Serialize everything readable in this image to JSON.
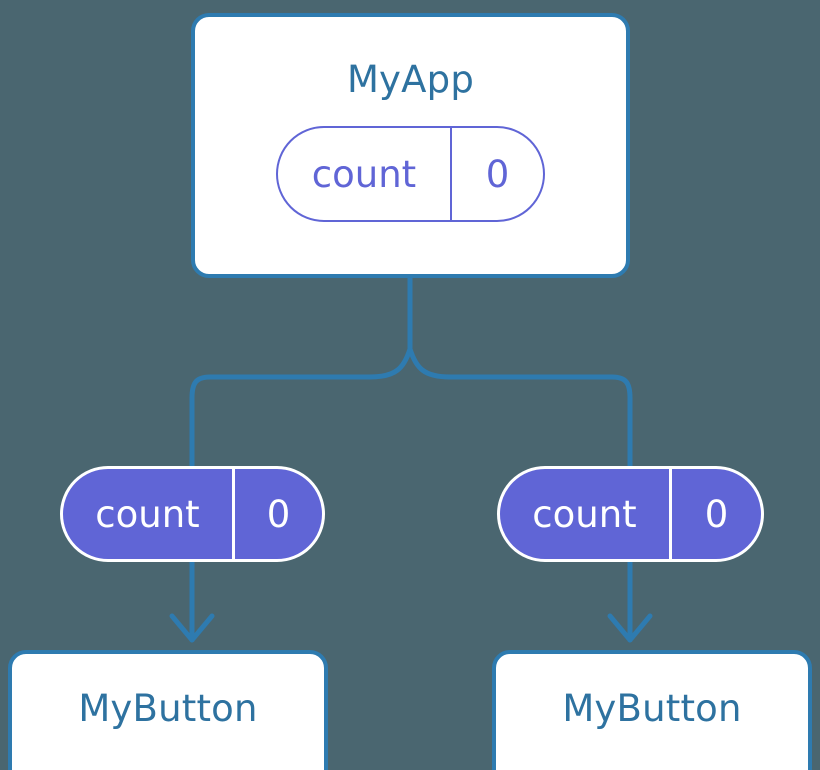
{
  "diagram": {
    "type": "component-state-tree",
    "background_color": "#4a6670",
    "accent_blue": "#2e7bb0",
    "title_blue": "#2e72a0",
    "state_purple": "#6065d6",
    "surface_white": "#ffffff"
  },
  "root": {
    "component_name": "MyApp",
    "state": {
      "key": "count",
      "value": "0"
    }
  },
  "children": [
    {
      "side": "left",
      "state": {
        "key": "count",
        "value": "0"
      },
      "component_name": "MyButton"
    },
    {
      "side": "right",
      "state": {
        "key": "count",
        "value": "0"
      },
      "component_name": "MyButton"
    }
  ],
  "connectors": {
    "trunk_label": "prop-flow-trunk",
    "left_branch_label": "prop-flow-left",
    "right_branch_label": "prop-flow-right",
    "arrow_left_label": "prop-arrow-left",
    "arrow_right_label": "prop-arrow-right",
    "stroke_color": "#2e7bb0",
    "stroke_width": 5
  }
}
